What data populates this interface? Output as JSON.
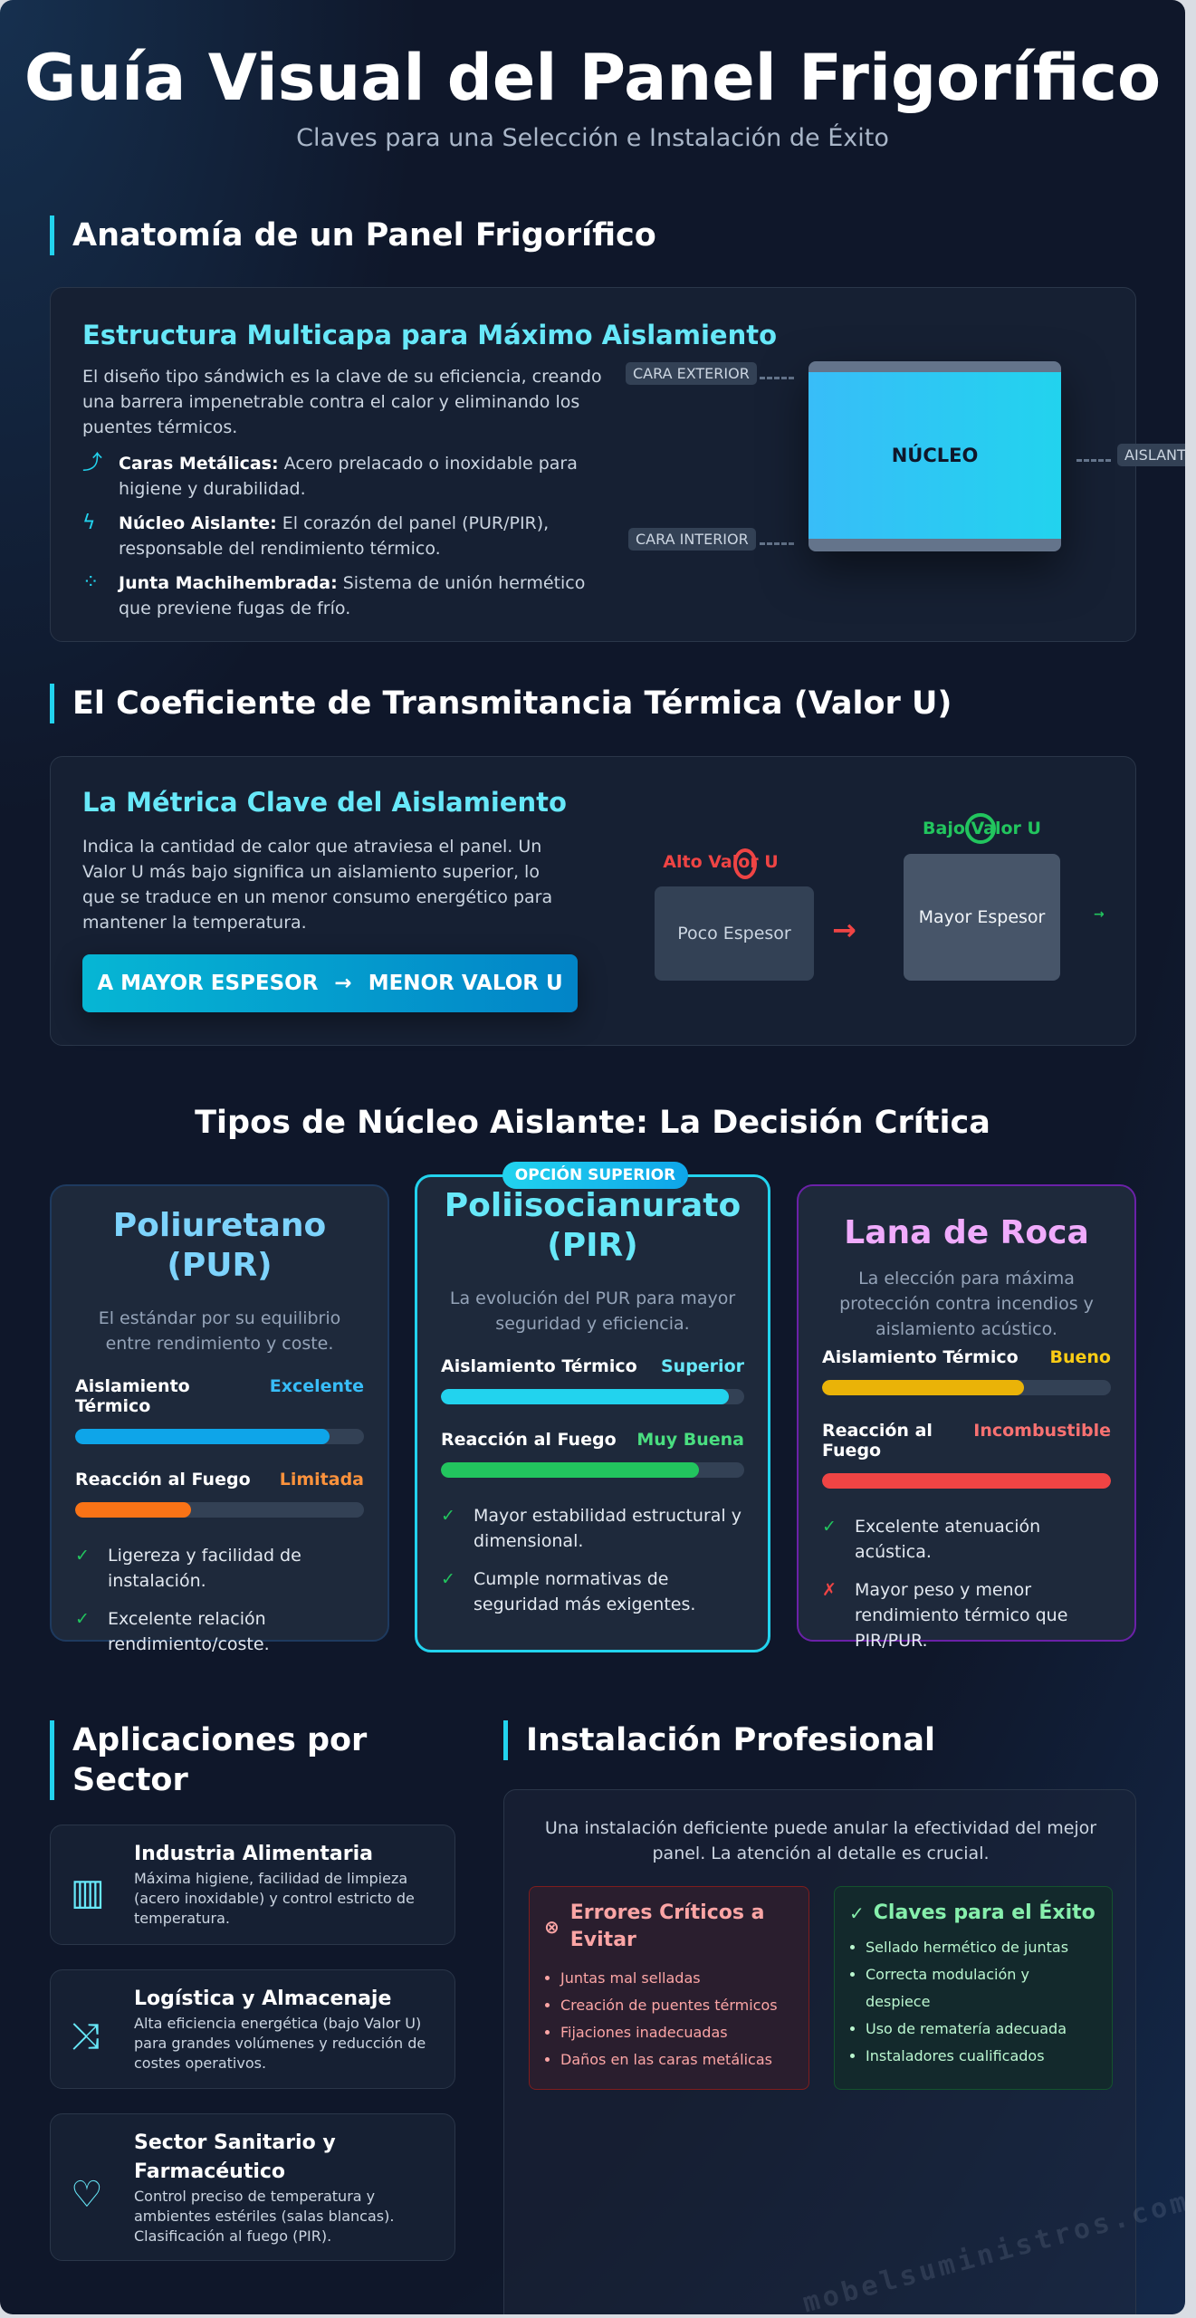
{
  "header": {
    "title": "Guía Visual del Panel Frigorífico",
    "subtitle": "Claves para una Selección e Instalación de Éxito"
  },
  "anatomy": {
    "section_title": "Anatomía de un Panel Frigorífico",
    "card_title": "Estructura Multicapa para Máximo Aislamiento",
    "intro": "El diseño tipo sándwich es la clave de su eficiencia, creando una barrera impenetrable contra el calor y eliminando los puentes térmicos.",
    "features": [
      {
        "icon": "arrow-curve-icon",
        "bold": "Caras Metálicas:",
        "text": " Acero prelacado o inoxidable para higiene y durabilidad."
      },
      {
        "icon": "lightning-icon",
        "bold": "Núcleo Aislante:",
        "text": " El corazón del panel (PUR/PIR), responsable del rendimiento térmico."
      },
      {
        "icon": "joint-icon",
        "bold": "Junta Machihembrada:",
        "text": " Sistema de unión hermético que previene fugas de frío."
      }
    ],
    "diagram": {
      "top_label": "CARA EXTERIOR",
      "bottom_label": "CARA INTERIOR",
      "core_label": "NÚCLEO",
      "side_label": "AISLANTE"
    }
  },
  "uvalue": {
    "section_title": "El Coeficiente de Transmitancia Térmica (Valor U)",
    "card_title": "La Métrica Clave del Aislamiento",
    "text": "Indica la cantidad de calor que atraviesa el panel. Un Valor U más bajo significa un aislamiento superior, lo que se traduce en un menor consumo energético para mantener la temperatura.",
    "banner_left": "A MAYOR ESPESOR",
    "banner_arrow": "→",
    "banner_right": "MENOR VALOR U",
    "high_label": "Alto Valor U",
    "low_label": "Bajo Valor U",
    "thin_box": "Poco Espesor",
    "thick_box": "Mayor Espesor",
    "arrow": "→"
  },
  "cores": {
    "section_title": "Tipos de Núcleo Aislante: La Decisión Crítica",
    "badge": "OPCIÓN SUPERIOR",
    "items": [
      {
        "title": "Poliuretano (PUR)",
        "color": "#7dd3fc",
        "desc": "El estándar por su equilibrio entre rendimiento y coste.",
        "m1_label": "Aislamiento Térmico",
        "m1_value": "Excelente",
        "m1_level": 0.88,
        "m1_color": "#0ea5e9",
        "m1_text": "#38bdf8",
        "m2_label": "Reacción al Fuego",
        "m2_value": "Limitada",
        "m2_level": 0.4,
        "m2_color": "#f97316",
        "m2_text": "#fb923c",
        "points": [
          {
            "ok": true,
            "text": "Ligereza y facilidad de instalación."
          },
          {
            "ok": true,
            "text": "Excelente relación rendimiento/coste."
          }
        ]
      },
      {
        "title": "Poliisocianurato (PIR)",
        "color": "#67e8f9",
        "desc": "La evolución del PUR para mayor seguridad y eficiencia.",
        "m1_label": "Aislamiento Térmico",
        "m1_value": "Superior",
        "m1_level": 0.95,
        "m1_color": "#22d3ee",
        "m1_text": "#67e8f9",
        "m2_label": "Reacción al Fuego",
        "m2_value": "Muy Buena",
        "m2_level": 0.85,
        "m2_color": "#22c55e",
        "m2_text": "#4ade80",
        "points": [
          {
            "ok": true,
            "text": "Mayor estabilidad estructural y dimensional."
          },
          {
            "ok": true,
            "text": "Cumple normativas de seguridad más exigentes."
          }
        ]
      },
      {
        "title": "Lana de Roca",
        "color": "#f0abfc",
        "desc": "La elección para máxima protección contra incendios y aislamiento acústico.",
        "m1_label": "Aislamiento Térmico",
        "m1_value": "Bueno",
        "m1_level": 0.7,
        "m1_color": "#eab308",
        "m1_text": "#facc15",
        "m2_label": "Reacción al Fuego",
        "m2_value": "Incombustible",
        "m2_level": 1.0,
        "m2_color": "#ef4444",
        "m2_text": "#f87171",
        "points": [
          {
            "ok": true,
            "text": "Excelente atenuación acústica."
          },
          {
            "ok": false,
            "text": "Mayor peso y menor rendimiento térmico que PIR/PUR."
          }
        ]
      }
    ]
  },
  "applications": {
    "section_title": "Aplicaciones por Sector",
    "items": [
      {
        "icon": "food-industry-icon",
        "title": "Industria Alimentaria",
        "text": "Máxima higiene, facilidad de limpieza (acero inoxidable) y control estricto de temperatura."
      },
      {
        "icon": "logistics-icon",
        "title": "Logística y Almacenaje",
        "text": "Alta eficiencia energética (bajo Valor U) para grandes volúmenes y reducción de costes operativos."
      },
      {
        "icon": "heart-icon",
        "title": "Sector Sanitario y Farmacéutico",
        "text": "Control preciso de temperatura y ambientes estériles (salas blancas). Clasificación al fuego (PIR)."
      }
    ]
  },
  "installation": {
    "section_title": "Instalación Profesional",
    "intro": "Una instalación deficiente puede anular la efectividad del mejor panel. La atención al detalle es crucial.",
    "errors_title": "Errores Críticos a Evitar",
    "errors": [
      "Juntas mal selladas",
      "Creación de puentes térmicos",
      "Fijaciones inadecuadas",
      "Daños en las caras metálicas"
    ],
    "keys_title": "Claves para el Éxito",
    "keys": [
      "Sellado hermético de juntas",
      "Correcta modulación y despiece",
      "Uso de rematería adecuada",
      "Instaladores cualificados"
    ]
  },
  "watermark": "mobelsuministros.com"
}
